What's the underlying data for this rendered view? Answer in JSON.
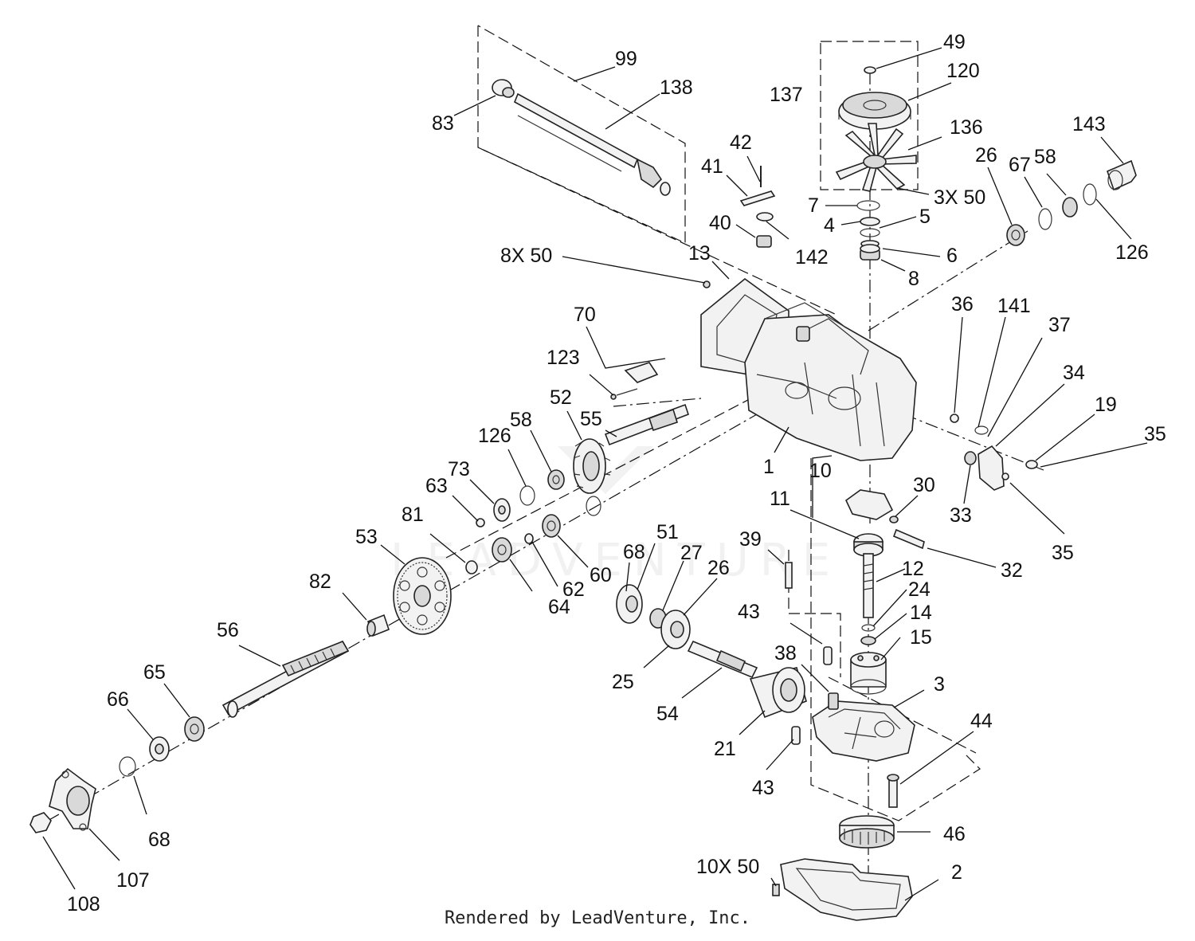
{
  "footer": {
    "credit": "Rendered by LeadVenture, Inc."
  },
  "watermark": {
    "text": "LEADVENTURE"
  },
  "callouts": [
    {
      "id": "c99",
      "label": "99"
    },
    {
      "id": "c138",
      "label": "138"
    },
    {
      "id": "c83",
      "label": "83"
    },
    {
      "id": "c49",
      "label": "49"
    },
    {
      "id": "c120",
      "label": "120"
    },
    {
      "id": "c137",
      "label": "137"
    },
    {
      "id": "c136",
      "label": "136"
    },
    {
      "id": "c143",
      "label": "143"
    },
    {
      "id": "c42",
      "label": "42"
    },
    {
      "id": "c41",
      "label": "41"
    },
    {
      "id": "c26a",
      "label": "26"
    },
    {
      "id": "c67",
      "label": "67"
    },
    {
      "id": "c58a",
      "label": "58"
    },
    {
      "id": "c3x50",
      "label": "3X 50"
    },
    {
      "id": "c7",
      "label": "7"
    },
    {
      "id": "c5",
      "label": "5"
    },
    {
      "id": "c4",
      "label": "4"
    },
    {
      "id": "c40",
      "label": "40"
    },
    {
      "id": "c142",
      "label": "142"
    },
    {
      "id": "c6",
      "label": "6"
    },
    {
      "id": "c126a",
      "label": "126"
    },
    {
      "id": "c8x50",
      "label": "8X 50"
    },
    {
      "id": "c13",
      "label": "13"
    },
    {
      "id": "c8",
      "label": "8"
    },
    {
      "id": "c70",
      "label": "70"
    },
    {
      "id": "c36",
      "label": "36"
    },
    {
      "id": "c141",
      "label": "141"
    },
    {
      "id": "c37",
      "label": "37"
    },
    {
      "id": "c123",
      "label": "123"
    },
    {
      "id": "c34",
      "label": "34"
    },
    {
      "id": "c52",
      "label": "52"
    },
    {
      "id": "c55",
      "label": "55"
    },
    {
      "id": "c19",
      "label": "19"
    },
    {
      "id": "c35a",
      "label": "35"
    },
    {
      "id": "c126b",
      "label": "126"
    },
    {
      "id": "c58b",
      "label": "58"
    },
    {
      "id": "c73",
      "label": "73"
    },
    {
      "id": "c1",
      "label": "1"
    },
    {
      "id": "c10",
      "label": "10"
    },
    {
      "id": "c63",
      "label": "63"
    },
    {
      "id": "c30",
      "label": "30"
    },
    {
      "id": "c33",
      "label": "33"
    },
    {
      "id": "c11",
      "label": "11"
    },
    {
      "id": "c81",
      "label": "81"
    },
    {
      "id": "c53",
      "label": "53"
    },
    {
      "id": "c39",
      "label": "39"
    },
    {
      "id": "c51",
      "label": "51"
    },
    {
      "id": "c35b",
      "label": "35"
    },
    {
      "id": "c68a",
      "label": "68"
    },
    {
      "id": "c27",
      "label": "27"
    },
    {
      "id": "c12",
      "label": "12"
    },
    {
      "id": "c32",
      "label": "32"
    },
    {
      "id": "c82",
      "label": "82"
    },
    {
      "id": "c60",
      "label": "60"
    },
    {
      "id": "c26b",
      "label": "26"
    },
    {
      "id": "c24",
      "label": "24"
    },
    {
      "id": "c62",
      "label": "62"
    },
    {
      "id": "c64",
      "label": "64"
    },
    {
      "id": "c43a",
      "label": "43"
    },
    {
      "id": "c14",
      "label": "14"
    },
    {
      "id": "c56",
      "label": "56"
    },
    {
      "id": "c15",
      "label": "15"
    },
    {
      "id": "c38",
      "label": "38"
    },
    {
      "id": "c65",
      "label": "65"
    },
    {
      "id": "c25",
      "label": "25"
    },
    {
      "id": "c3",
      "label": "3"
    },
    {
      "id": "c66",
      "label": "66"
    },
    {
      "id": "c54",
      "label": "54"
    },
    {
      "id": "c44",
      "label": "44"
    },
    {
      "id": "c21",
      "label": "21"
    },
    {
      "id": "c43b",
      "label": "43"
    },
    {
      "id": "c46",
      "label": "46"
    },
    {
      "id": "c68b",
      "label": "68"
    },
    {
      "id": "c10x50",
      "label": "10X 50"
    },
    {
      "id": "c2",
      "label": "2"
    },
    {
      "id": "c107",
      "label": "107"
    },
    {
      "id": "c108",
      "label": "108"
    }
  ]
}
